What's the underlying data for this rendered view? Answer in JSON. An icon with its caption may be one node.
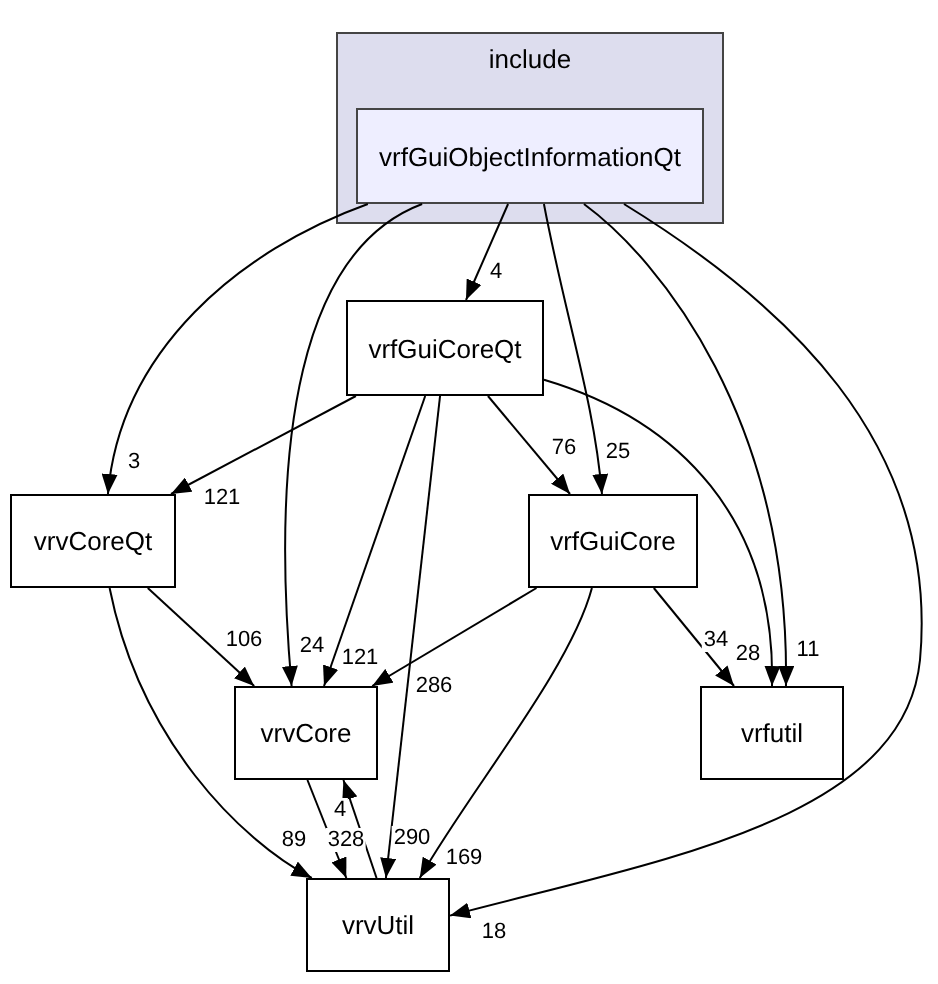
{
  "diagram": {
    "nodes": [
      {
        "text": [
          "include"
        ]
      },
      {
        "text": [
          "vrfGuiObjectInformationQt"
        ],
        "in": 0
      },
      {
        "text": [
          "vrfGuiCoreQt"
        ]
      },
      {
        "text": [
          "vrvCoreQt"
        ]
      },
      {
        "text": [
          "vrfGuiCore"
        ]
      },
      {
        "text": [
          "vrvCore"
        ]
      },
      {
        "text": [
          "vrfutil"
        ]
      },
      {
        "text": [
          "vrvUtil"
        ]
      }
    ],
    "edges": [
      {
        "from": 1,
        "to": 2,
        "arrow": "to",
        "label": "4"
      },
      {
        "from": 1,
        "to": 3,
        "arrow": "to",
        "label": "3"
      },
      {
        "from": 1,
        "to": 5,
        "arrow": "to",
        "label": "24"
      },
      {
        "from": 1,
        "to": 4,
        "arrow": "to",
        "label": "25"
      },
      {
        "from": 1,
        "to": 6,
        "arrow": "to",
        "label": "11"
      },
      {
        "from": 1,
        "to": 7,
        "arrow": "to",
        "label": "18"
      },
      {
        "from": 2,
        "to": 3,
        "arrow": "to",
        "label": "121"
      },
      {
        "from": 2,
        "to": 5,
        "arrow": "to",
        "label": "121"
      },
      {
        "from": 2,
        "to": 7,
        "arrow": "to",
        "label": "290"
      },
      {
        "from": 2,
        "to": 4,
        "arrow": "to",
        "label": "76"
      },
      {
        "from": 2,
        "to": 6,
        "arrow": "to",
        "label": "28"
      },
      {
        "from": 3,
        "to": 5,
        "arrow": "to",
        "label": "106"
      },
      {
        "from": 3,
        "to": 7,
        "arrow": "to",
        "label": "89"
      },
      {
        "from": 4,
        "to": 5,
        "arrow": "to",
        "label": "286"
      },
      {
        "from": 4,
        "to": 7,
        "arrow": "to",
        "label": "169"
      },
      {
        "from": 4,
        "to": 6,
        "arrow": "to",
        "label": "34"
      },
      {
        "from": 5,
        "to": 7,
        "arrow": "to",
        "label": "328"
      },
      {
        "from": 7,
        "to": 5,
        "arrow": "to",
        "label": "4"
      }
    ]
  }
}
